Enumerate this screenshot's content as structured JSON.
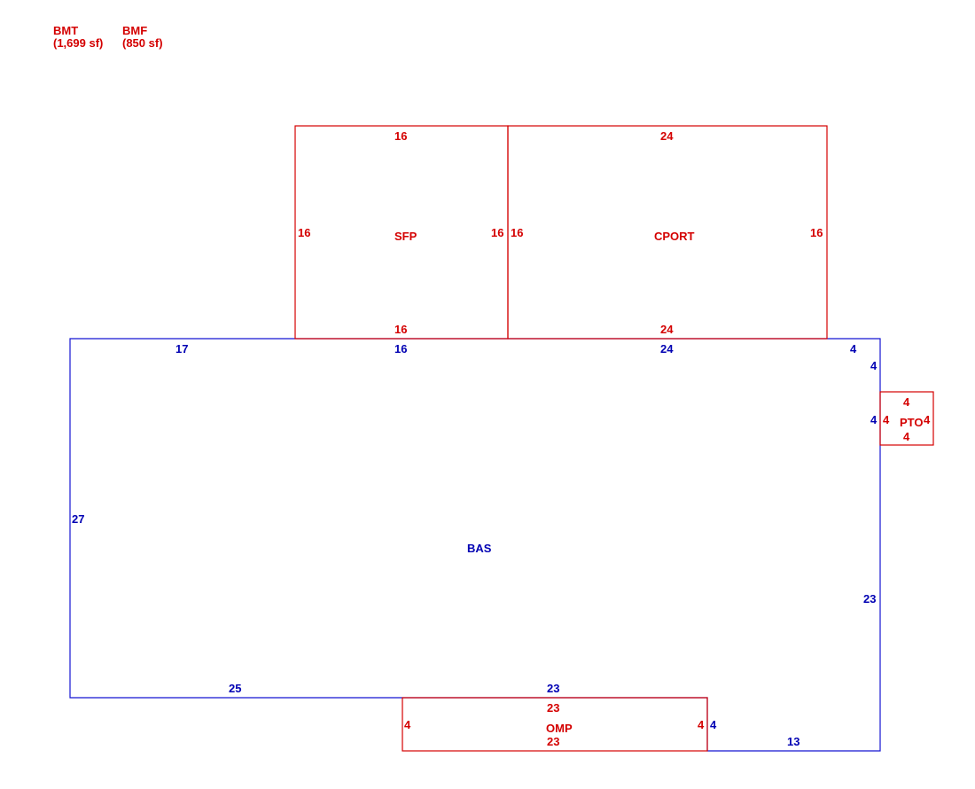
{
  "legend": {
    "bmt_code": "BMT",
    "bmt_area": "(1,699 sf)",
    "bmf_code": "BMF",
    "bmf_area": "(850 sf)"
  },
  "areas": {
    "sfp": {
      "label": "SFP",
      "top": "16",
      "left": "16",
      "right": "16",
      "bottom": "16"
    },
    "cport": {
      "label": "CPORT",
      "top": "24",
      "left": "16",
      "right": "16",
      "bottom": "24"
    },
    "bas": {
      "label": "BAS",
      "top_left": "17",
      "top_mid": "16",
      "top_right": "24",
      "top_end": "4",
      "right_upper": "4",
      "right_mid": "4",
      "right_lower": "23",
      "left": "27",
      "bottom_left": "25",
      "bottom_mid": "23",
      "notch": "4",
      "bottom_right": "13"
    },
    "pto": {
      "label": "PTO",
      "top": "4",
      "left": "4",
      "right": "4",
      "bottom": "4"
    },
    "omp": {
      "label": "OMP",
      "top": "23",
      "left": "4",
      "right": "4",
      "bottom": "23"
    }
  },
  "colors": {
    "red": "#d40000",
    "blue": "#1414d2"
  }
}
